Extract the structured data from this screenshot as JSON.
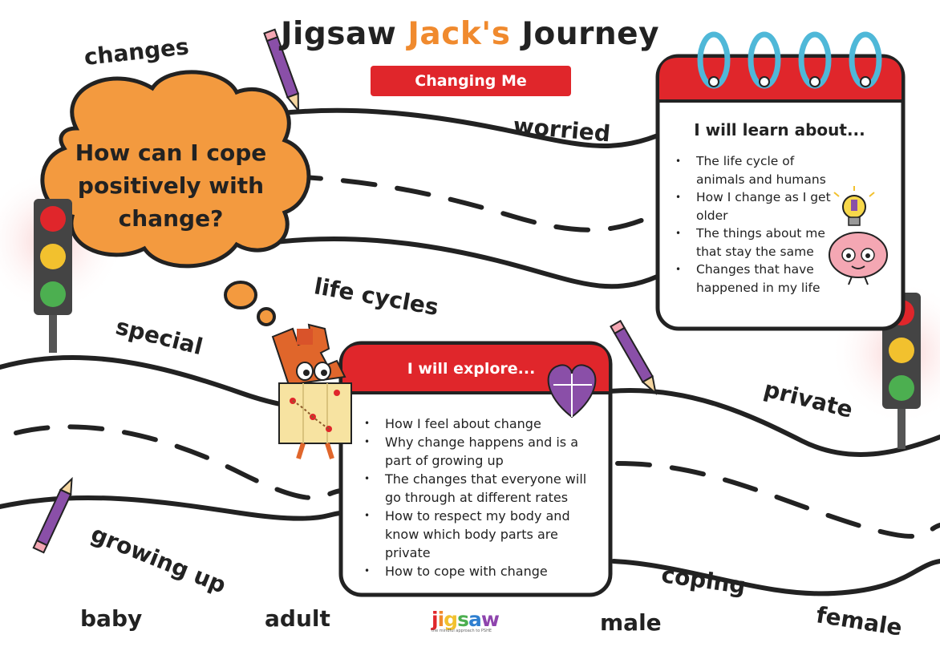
{
  "header": {
    "title_part1": "Jigsaw",
    "title_accent": "Jack's",
    "title_part2": "Journey",
    "subtitle": "Changing Me"
  },
  "question": "How can I cope positively with change?",
  "learn": {
    "title": "I will learn about...",
    "items": [
      "The life cycle of animals and humans",
      "How I change as I get older",
      "The things about me that stay the same",
      "Changes that have happened in my life"
    ]
  },
  "explore": {
    "title": "I will explore...",
    "items": [
      "How I feel about change",
      "Why change happens and is a part of growing up",
      "The changes that everyone will go through at different rates",
      "How to respect my body and know which body parts are private",
      "How to cope with change"
    ]
  },
  "words": {
    "changes": "changes",
    "worried": "worried",
    "life_cycles": "life cycles",
    "special": "special",
    "private": "private",
    "growing_up": "growing up",
    "coping": "coping",
    "baby": "baby",
    "adult": "adult",
    "male": "male",
    "female": "female"
  },
  "logo": {
    "letters": [
      "j",
      "i",
      "g",
      "s",
      "a",
      "w"
    ],
    "colors": [
      "#e0262b",
      "#f08a2e",
      "#f2c12e",
      "#4caf50",
      "#2f7fd0",
      "#8e44ad"
    ],
    "tagline": "the mindful approach to PSHE"
  },
  "colors": {
    "accent_orange": "#f08a2e",
    "red": "#e0262b",
    "cloud_fill": "#f39a3f",
    "road_stroke": "#222222",
    "pencil_purple": "#8a4fa8"
  },
  "icons": [
    "traffic-light-icon",
    "pencil-icon",
    "lightbulb-icon",
    "brain-icon",
    "heart-puzzle-icon",
    "jigsaw-jack-character",
    "calendar-ring-icon"
  ]
}
